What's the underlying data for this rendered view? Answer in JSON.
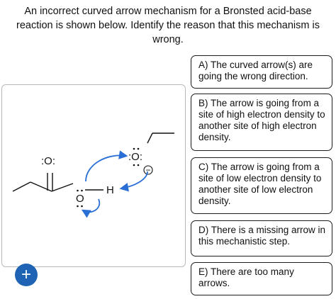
{
  "question": {
    "text": "An incorrect curved arrow mechanism for a Bronsted acid-base reaction is shown below. Identify the reason that this mechanism is wrong."
  },
  "structure": {
    "carbonyl_oxygen": ":O:",
    "hydroxyl_oxygen": "O",
    "hydrogen": "H",
    "alkoxide_oxygen": ":O:",
    "charge": "−"
  },
  "choices": [
    {
      "label": "A) The curved arrow(s) are going the wrong direction."
    },
    {
      "label": "B) The arrow is going from a site of high electron density to another site of high electron density."
    },
    {
      "label": "C) The arrow is going from a site of low electron density to another site of low electron density."
    },
    {
      "label": "D) There is a missing arrow in this mechanistic step."
    },
    {
      "label": "E) There are too many arrows."
    }
  ],
  "add_button": {
    "label": "+"
  },
  "colors": {
    "arrow": "#2a6fd6",
    "button": "#1f63b4",
    "border": "#1c1c1c"
  }
}
